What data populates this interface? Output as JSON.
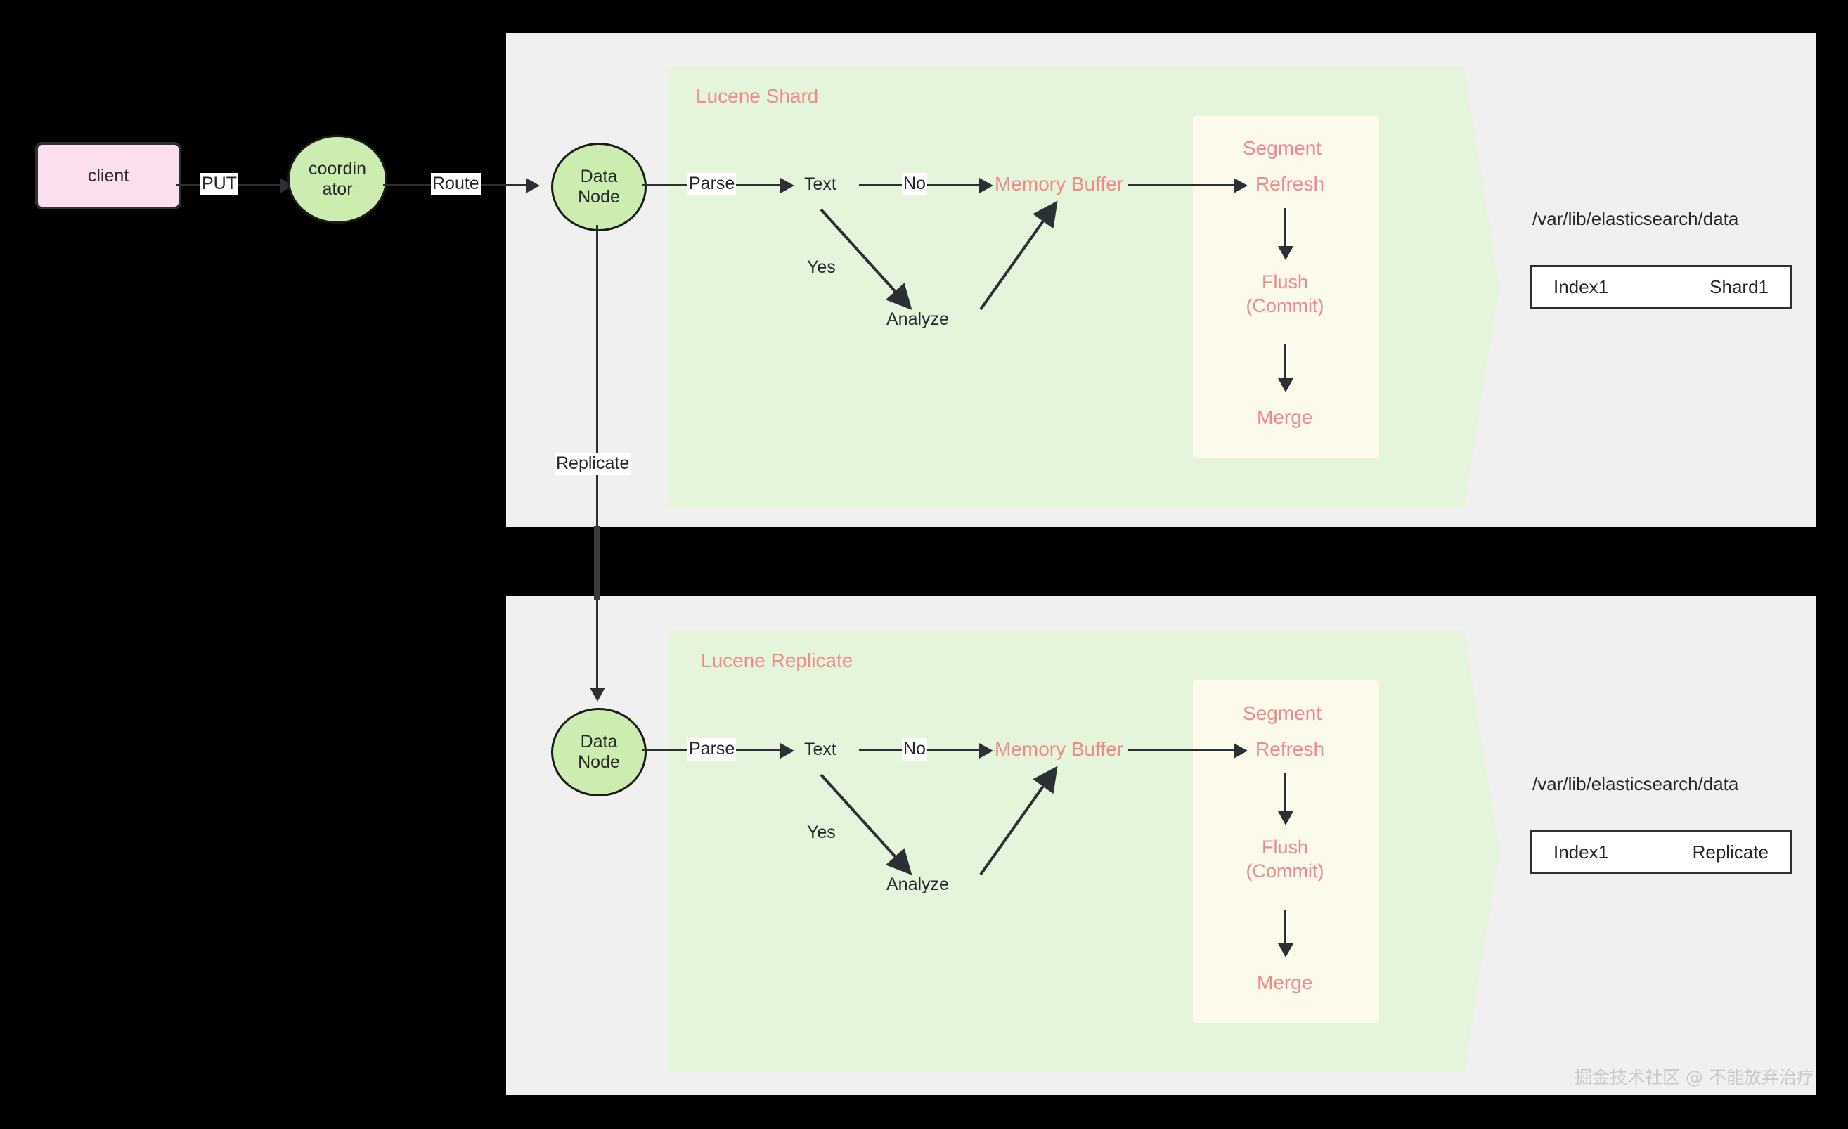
{
  "diagram": {
    "title": "Elasticsearch write path: shard and replicate",
    "colors": {
      "panel_bg": "#f0f0f0",
      "lucene_bg": "#e4f5dc",
      "segment_bg": "#fcfaeb",
      "node_green": "#cdecb0",
      "client_pink": "#fbdfee",
      "accent_pink_text": "#f08a8a",
      "stroke": "#2b3035",
      "canvas": "#000000"
    },
    "client": {
      "label": "client"
    },
    "coordinator": {
      "label_line1": "coordin",
      "label_line2": "ator"
    },
    "edges": {
      "put": "PUT",
      "route": "Route",
      "replicate": "Replicate"
    },
    "shard_section": {
      "lucene_title": "Lucene Shard",
      "data_node": {
        "line1": "Data",
        "line2": "Node"
      },
      "parse": "Parse",
      "text": "Text",
      "no": "No",
      "yes": "Yes",
      "analyze": "Analyze",
      "memory_buffer": "Memory Buffer",
      "segment_title": "Segment",
      "refresh": "Refresh",
      "flush_line1": "Flush",
      "flush_line2": "(Commit)",
      "merge": "Merge",
      "data_path": "/var/lib/elasticsearch/data",
      "index_name": "Index1",
      "shard_name": "Shard1"
    },
    "replicate_section": {
      "lucene_title": "Lucene Replicate",
      "data_node": {
        "line1": "Data",
        "line2": "Node"
      },
      "parse": "Parse",
      "text": "Text",
      "no": "No",
      "yes": "Yes",
      "analyze": "Analyze",
      "memory_buffer": "Memory Buffer",
      "segment_title": "Segment",
      "refresh": "Refresh",
      "flush_line1": "Flush",
      "flush_line2": "(Commit)",
      "merge": "Merge",
      "data_path": "/var/lib/elasticsearch/data",
      "index_name": "Index1",
      "shard_name": "Replicate"
    },
    "watermark": "掘金技术社区 @ 不能放弃治疗"
  }
}
